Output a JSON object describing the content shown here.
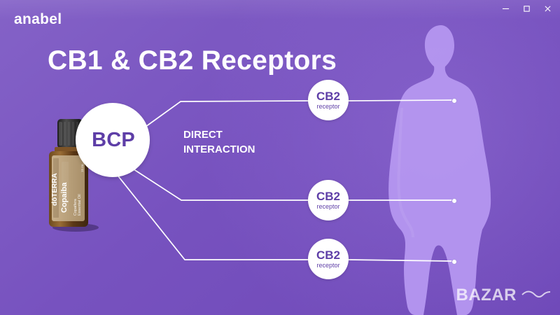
{
  "app": {
    "brand": "anabel",
    "watermark": "BAZAR"
  },
  "window_controls": {
    "minimize_icon": "minimize-icon",
    "maximize_icon": "maximize-icon",
    "close_icon": "close-icon"
  },
  "slide": {
    "title": "CB1 & CB2 Receptors",
    "center_label": "BCP",
    "interaction_text": "DIRECT\nINTERACTION",
    "receptors": [
      {
        "main": "CB2",
        "sub": "receptor"
      },
      {
        "main": "CB2",
        "sub": "receptor"
      },
      {
        "main": "CB2",
        "sub": "receptor"
      }
    ],
    "product": {
      "brand": "dōTERRA",
      "name": "Copaiba",
      "volume": "15 mL"
    }
  },
  "colors": {
    "background_top": "#8462c7",
    "background_bottom": "#6e48b8",
    "accent_text": "#5e3ea7",
    "silhouette": "#b597f0",
    "white": "#ffffff"
  }
}
